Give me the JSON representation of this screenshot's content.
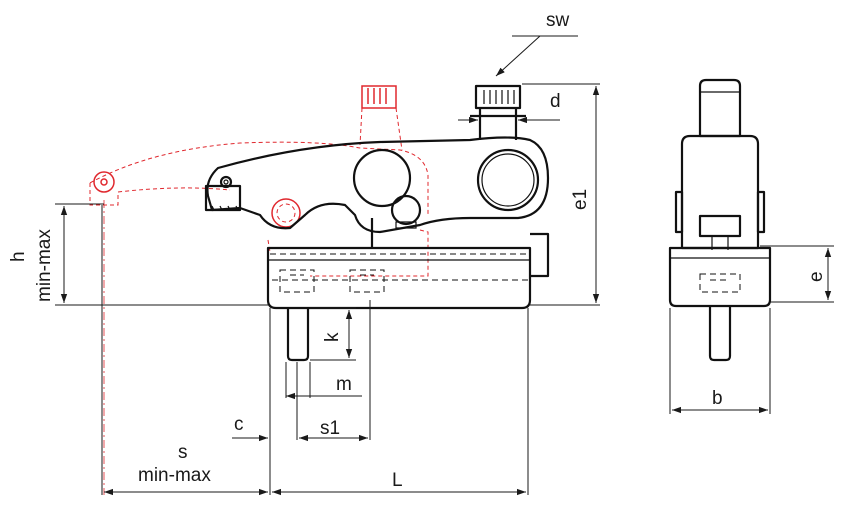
{
  "dimensions": {
    "sw": "sw",
    "d": "d",
    "e1": "e1",
    "h": "h",
    "h_range": "min-max",
    "k": "k",
    "m": "m",
    "c": "c",
    "s1": "s1",
    "s": "s",
    "s_range": "min-max",
    "L": "L",
    "e": "e",
    "b": "b"
  },
  "colors": {
    "line": "#111111",
    "ghost_position": "#e0282e",
    "dimension": "#1a1a1a"
  }
}
